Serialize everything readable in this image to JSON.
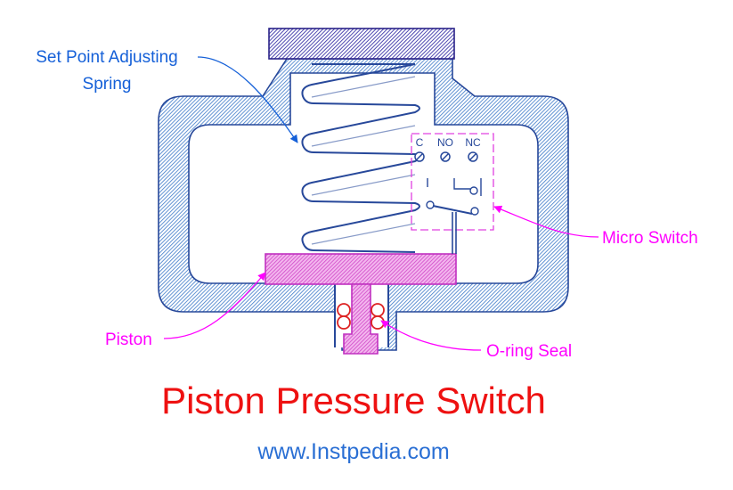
{
  "colors": {
    "blue": "#3a78c8",
    "blue_dark": "#27489a",
    "navy": "#3b34a8",
    "magenta": "#ff00ff",
    "piston_fill": "#d668cc",
    "title_red": "#ee1111",
    "url_blue": "#2a6fd4",
    "label_blue": "#1560d8"
  },
  "labels": {
    "spring_line1": "Set Point Adjusting",
    "spring_line2": "Spring",
    "micro_switch": "Micro Switch",
    "piston": "Piston",
    "oring": "O-ring Seal"
  },
  "terminals": {
    "c": "C",
    "no": "NO",
    "nc": "NC"
  },
  "title": "Piston Pressure Switch",
  "url": "www.Instpedia.com"
}
